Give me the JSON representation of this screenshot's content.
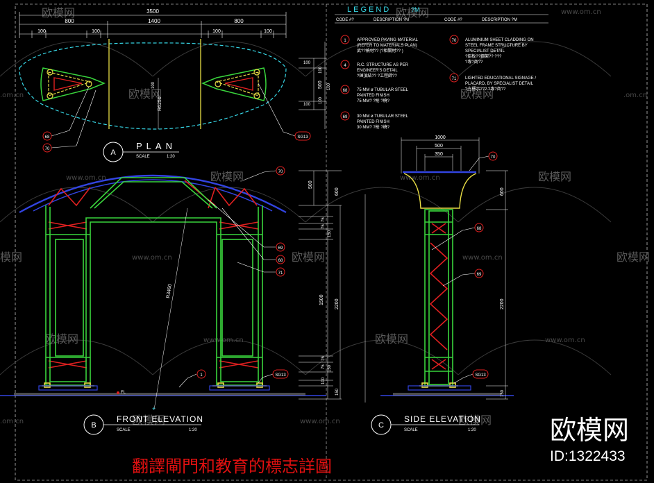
{
  "plan": {
    "dim_overall": "3500",
    "dim_left": "800",
    "dim_mid": "1400",
    "dim_right": "800",
    "dim_100a": "100",
    "dim_100b": "100",
    "dim_100c": "100",
    "dim_100d": "100",
    "radius": "R6250",
    "dim_v100a": "100",
    "dim_v100b": "100",
    "dim_v500": "500",
    "dim_v100c": "100",
    "dim_v100d": "100",
    "dim_v100e": "100",
    "dim_mid100": "100",
    "tag_68": "68",
    "tag_70": "70",
    "tag_sg13": "SG13",
    "label_letter": "A",
    "label_title": "PLAN",
    "label_scale": "SCALE",
    "label_ratio": "1:20"
  },
  "legend": {
    "title": "LEGEND",
    "title_suffix": "?M",
    "head_code_1": "CODE #?",
    "head_desc_1": "DESCRIPTION  ?M",
    "head_code_2": "CODE #?",
    "head_desc_2": "DESCRIPTION  ?M",
    "items_left": [
      {
        "code": "1",
        "lines": [
          "APPROVED PAVING MATERIAL",
          "(REFER TO MATERIALS PLAN)",
          "武??橈材??    (?相關材??      )"
        ]
      },
      {
        "code": "4",
        "lines": [
          "R.C. STRUCTURE AS PER",
          "ENGINEER'S DETAIL",
          "?錘頂結?? ?工程師??"
        ]
      },
      {
        "code": "68",
        "lines": [
          "75 MM ø TUBULAR STEEL",
          "PAINTED FINISH",
          "75 MM? ?枪 ?橈?"
        ]
      },
      {
        "code": "69",
        "lines": [
          "30 MM ø TUBULAR STEEL",
          "PAINTED FINISH",
          "30 MM? ?枪 ?橈?"
        ]
      }
    ],
    "items_right": [
      {
        "code": "70",
        "lines": [
          "ALUMINIUM SHEET CLADDING ON",
          "STEEL FRAME STRUCTURE BY",
          "SPECIALIST DETAIL",
          "?鋁板??鋼架?? ???",
          "?專?商??"
        ]
      },
      {
        "code": "71",
        "lines": [
          "LIGHTED EDUCATIONAL SIGNAGE /",
          "PLACARD, BY SPECIALIST DETAIL",
          "?光標示??? ?專?商??"
        ]
      }
    ]
  },
  "front": {
    "radius": "R3460",
    "dim_600": "600",
    "dim_500": "500",
    "dim_75a": "75",
    "dim_75b": "75",
    "dim_150a": "150",
    "dim_1500": "1500",
    "dim_2200": "2200",
    "dim_75c": "75",
    "dim_75d": "75",
    "dim_150b": "150",
    "dim_100": "100",
    "dim_150c": "150",
    "tag_70": "70",
    "tag_69": "69",
    "tag_68": "68",
    "tag_71": "71",
    "tag_1": "1",
    "tag_sg13": "SG13",
    "fl": "FL",
    "label_letter": "B",
    "label_title": "FRONT ELEVATION",
    "label_scale": "SCALE",
    "label_ratio": "1:20"
  },
  "side": {
    "dim_1000": "1000",
    "dim_500": "500",
    "dim_350": "350",
    "dim_600": "600",
    "dim_2200": "2200",
    "dim_150": "150",
    "tag_70": "70",
    "tag_68": "68",
    "tag_69": "69",
    "tag_sg13": "SG13",
    "label_letter": "C",
    "label_title": "SIDE ELEVATION",
    "label_scale": "SCALE",
    "label_ratio": "1:20"
  },
  "caption": "翻譯閘門和教育的標志詳圖",
  "watermark": {
    "brand": "欧模网",
    "url": "www.om.cn",
    "url_cut": ".om.cn",
    "brand_cut": "模网",
    "big_brand": "欧模网",
    "id": "ID:1322433"
  },
  "colors": {
    "background": "#000000",
    "green": "#39d43c",
    "yellow": "#e8dd45",
    "red": "#e02020",
    "blue": "#3244e0",
    "cyan": "#37d7e6",
    "white": "#ffffff",
    "caption_red": "#e01010"
  }
}
